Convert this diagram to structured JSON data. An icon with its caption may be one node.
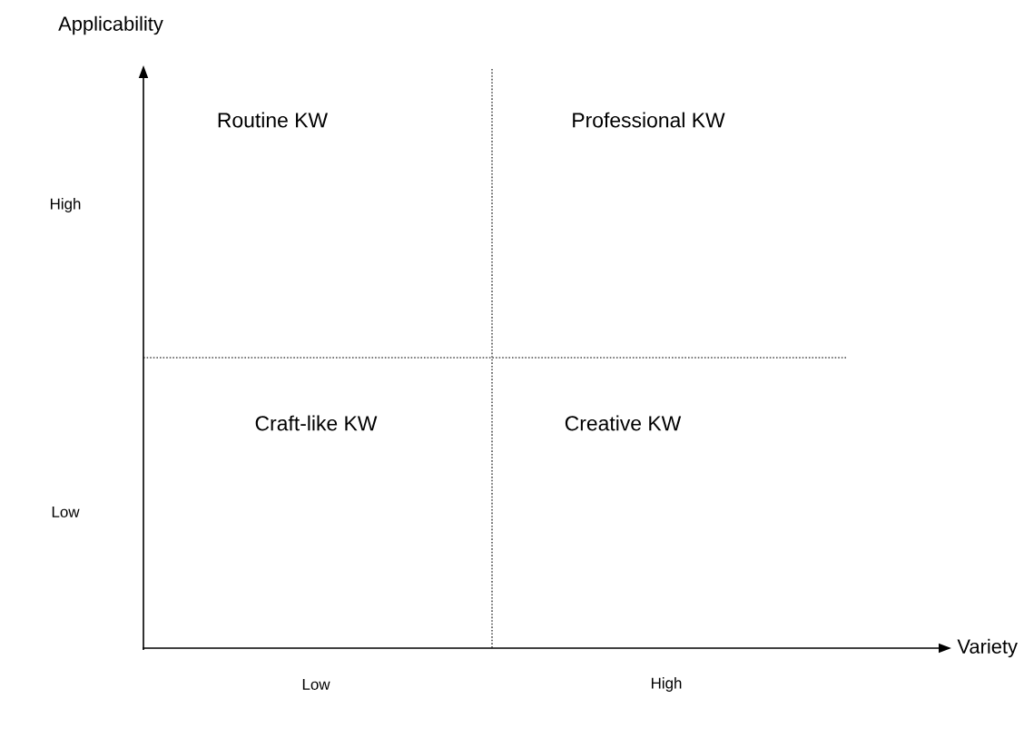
{
  "diagram": {
    "labels": [
      "Applicability",
      "Routine KW",
      "Professional KW",
      "High",
      "Craft-like KW",
      "Creative KW",
      "Low",
      "Variety",
      "Low",
      "High"
    ]
  }
}
